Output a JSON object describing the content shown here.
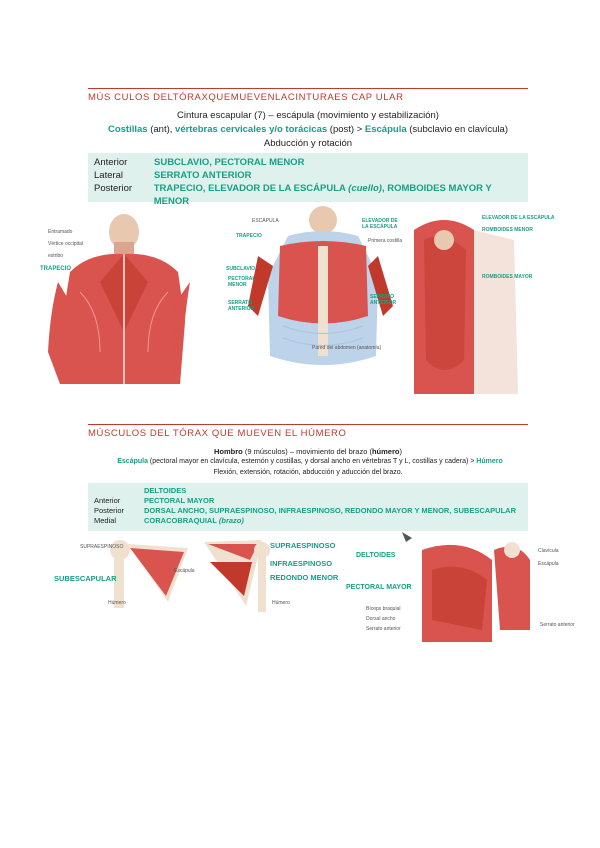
{
  "section1": {
    "title": "MÚS CULOS DELTÓRAXQUEMUEVENLACINTURAES CAP ULAR",
    "line1": "Cintura escapular (7) – escápula (movimiento y estabilización)",
    "line2_a": "Costillas",
    "line2_b": " (ant), ",
    "line2_c": "vértebras cervicales y/o torácicas",
    "line2_d": " (post) > ",
    "line2_e": "Escápula",
    "line2_f": " (subclavio en clavícula)",
    "line3": "Abducción y rotación",
    "table": [
      {
        "label": "Anterior",
        "value": "SUBCLAVIO, PECTORAL MENOR"
      },
      {
        "label": "Lateral",
        "value": "SERRATO ANTERIOR"
      },
      {
        "label": "Posterior",
        "value_a": "TRAPECIO, ELEVADOR DE LA ESCÁPULA ",
        "value_b": "(cuello)",
        "value_c": ", ROMBOIDES MAYOR Y MENOR"
      }
    ],
    "fig1_labels": [
      "TRAPECIO"
    ],
    "fig1_small": [
      "Entramado",
      "Vértice occipital",
      "estribo"
    ],
    "fig2_labels": [
      "TRAPECIO",
      "SUBCLAVIO",
      "PECTORAL MENOR",
      "SERRATO ANTERIOR",
      "ELEVADOR DE LA ESCÁPULA"
    ],
    "fig2_small": [
      "ESCÁPULA",
      "Primera costilla",
      "Pared del abdomen (anatomía)"
    ],
    "fig3_labels": [
      "ELEVADOR DE LA ESCÁPULA",
      "ROMBOIDES MENOR",
      "ROMBOIDES MAYOR"
    ]
  },
  "section2": {
    "title": "MÚSCULOS DEL TÓRAX QUE MUEVEN EL HÚMERO",
    "line1_a": "Hombro",
    "line1_b": " (9 músculos) – movimiento del brazo (",
    "line1_c": "húmero",
    "line1_d": ")",
    "line2_a": "Escápula",
    "line2_b": " (pectoral mayor en clavícula, esternón y costillas, y dorsal ancho en vértebras T y L, costillas y cadera) > ",
    "line2_c": "Húmero",
    "line3": "Flexión, extensión, rotación, abducción y aducción del brazo.",
    "table": [
      {
        "label": "",
        "value": "DELTOIDES"
      },
      {
        "label": "Anterior",
        "value": "PECTORAL MAYOR"
      },
      {
        "label": "Posterior",
        "value": "DORSAL ANCHO, SUPRAESPINOSO, INFRAESPINOSO, REDONDO MAYOR Y MENOR, SUBESCAPULAR"
      },
      {
        "label": "Medial",
        "value_a": "CORACOBRAQUIAL ",
        "value_b": "(brazo)"
      }
    ],
    "fig_labels": [
      "SUBESCAPULAR",
      "SUPRAESPINOSO",
      "INFRAESPINOSO",
      "REDONDO MENOR",
      "DELTOIDES",
      "PECTORAL MAYOR"
    ],
    "fig_small": [
      "SUPRAESPINOSO",
      "Escápula",
      "Húmero",
      "Clavícula",
      "Escápula",
      "Bíceps braquial",
      "Dorsal ancho",
      "Serrato anterior"
    ]
  }
}
